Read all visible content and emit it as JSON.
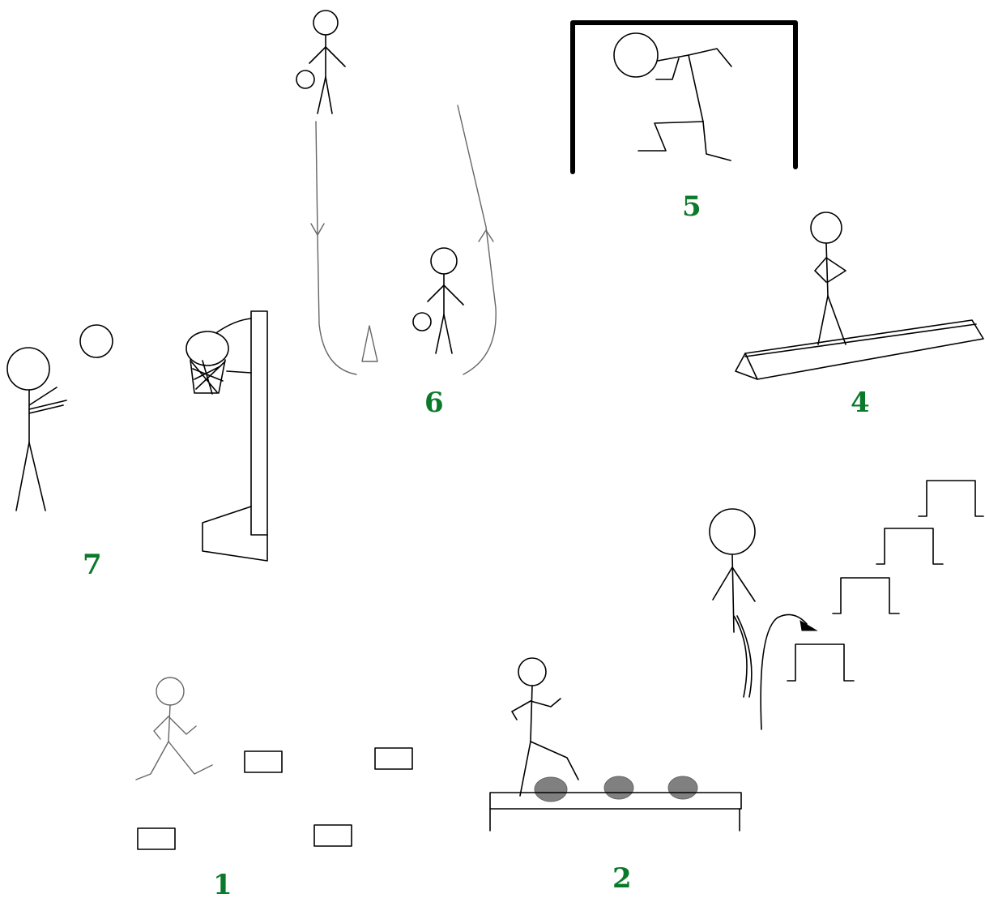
{
  "station_color": "#0a7a2a",
  "stations": {
    "s1": "1",
    "s2": "2",
    "s4": "4",
    "s5": "5",
    "s6": "6",
    "s7": "7"
  }
}
